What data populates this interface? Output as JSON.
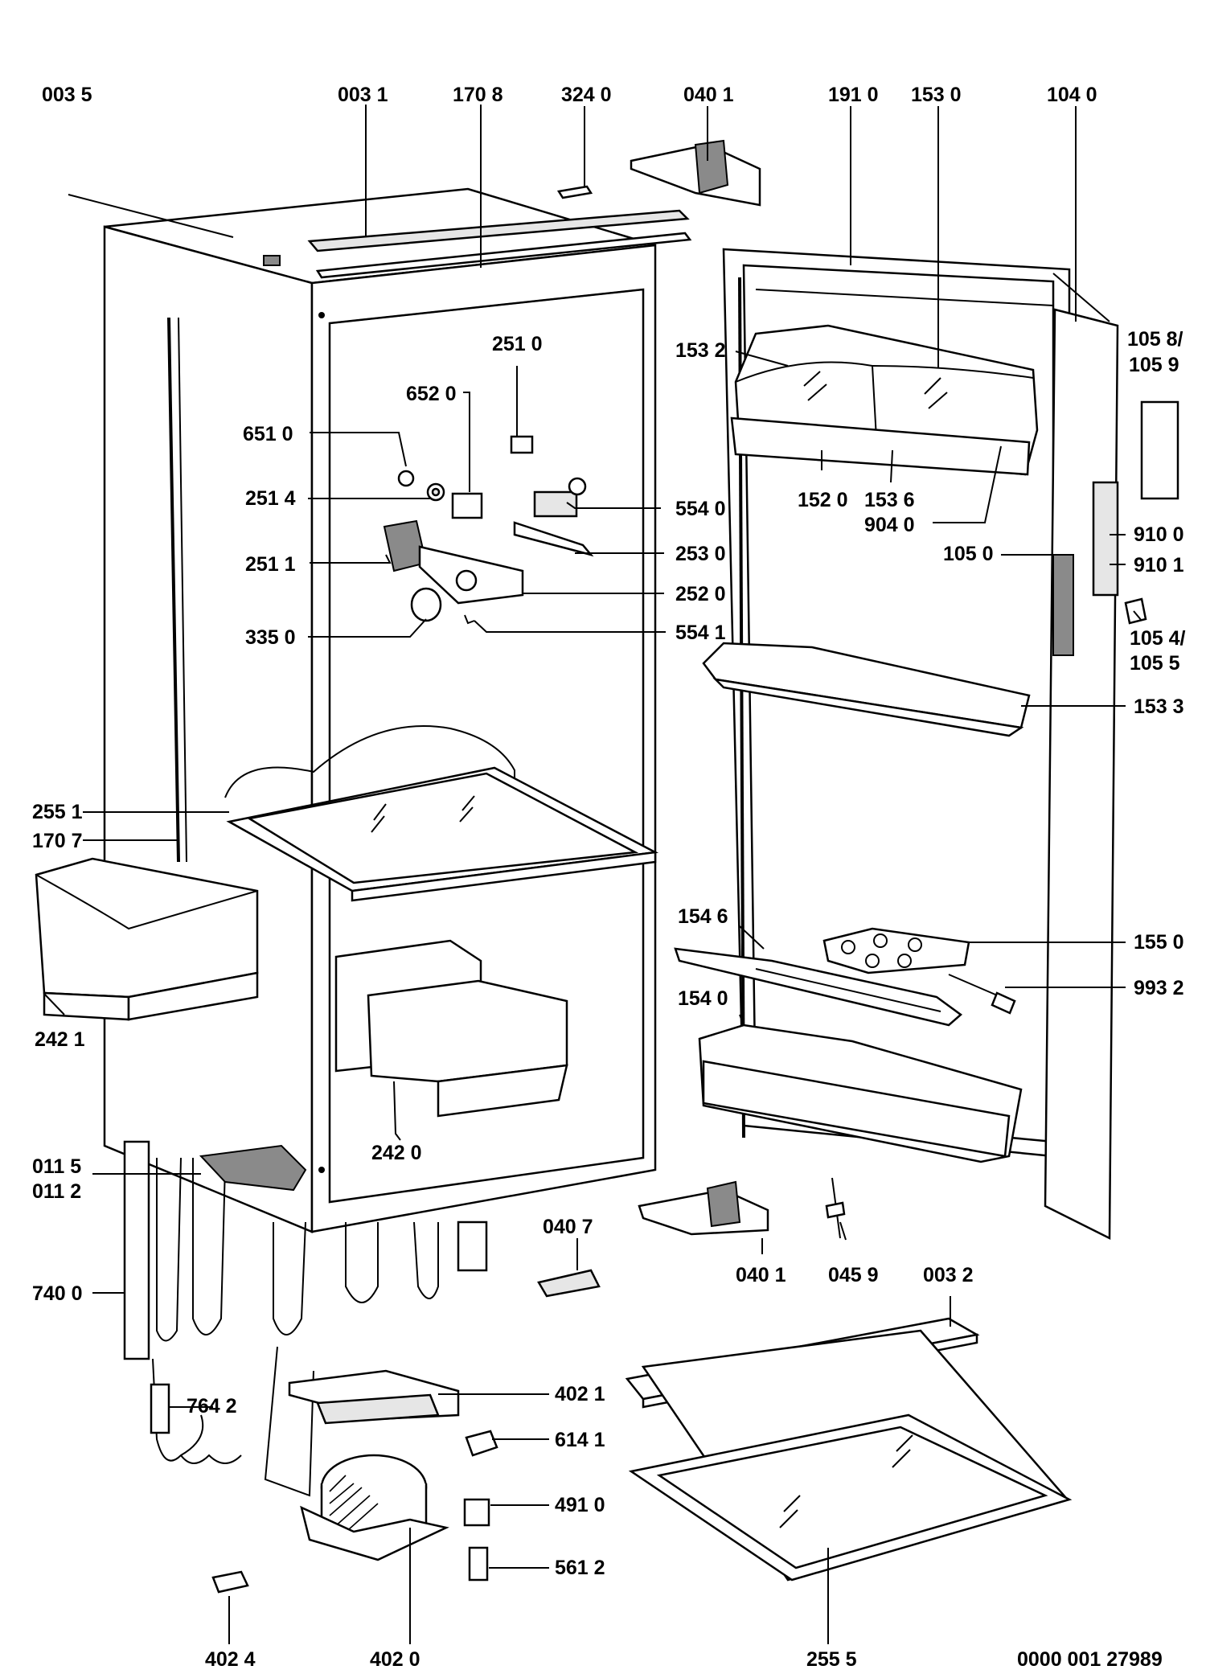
{
  "labels": {
    "l_0035": "003 5",
    "l_0031": "003 1",
    "l_1708": "170 8",
    "l_3240": "324 0",
    "l_0401_top": "040 1",
    "l_1910": "191 0",
    "l_1530": "153 0",
    "l_1040": "104 0",
    "l_1058_a": "105 8/",
    "l_1058_b": "105 9",
    "l_1532": "153 2",
    "l_2510": "251 0",
    "l_6520": "652 0",
    "l_6510": "651 0",
    "l_2514": "251 4",
    "l_5540": "554 0",
    "l_1520": "152 0",
    "l_1536": "153 6",
    "l_9040": "904 0",
    "l_9100": "910 0",
    "l_9101": "910 1",
    "l_1050": "105 0",
    "l_2511": "251 1",
    "l_2530": "253 0",
    "l_2520": "252 0",
    "l_3350": "335 0",
    "l_5541": "554 1",
    "l_1054_a": "105 4/",
    "l_1054_b": "105 5",
    "l_1533": "153 3",
    "l_2551": "255 1",
    "l_1707": "170 7",
    "l_1546": "154 6",
    "l_1550": "155 0",
    "l_9932": "993 2",
    "l_1540": "154 0",
    "l_2421": "242 1",
    "l_2420": "242 0",
    "l_0115": "011 5",
    "l_0112": "011 2",
    "l_0407": "040 7",
    "l_0401_bot": "040 1",
    "l_0459": "045 9",
    "l_0032": "003 2",
    "l_7400": "740 0",
    "l_4021": "402 1",
    "l_7642": "764 2",
    "l_6141": "614 1",
    "l_4910": "491 0",
    "l_5612": "561 2",
    "l_4024": "402 4",
    "l_4020": "402 0",
    "l_2555": "255 5",
    "doc_number": "0000 001 27989"
  }
}
